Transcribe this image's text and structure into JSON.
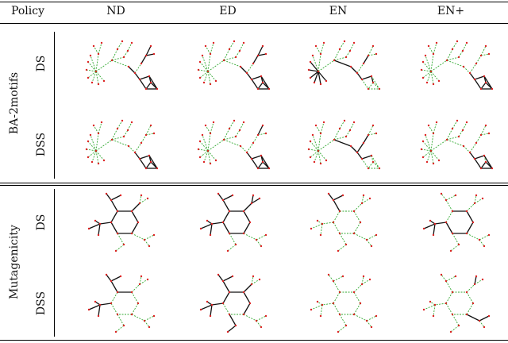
{
  "header": {
    "policy": "Policy",
    "columns": [
      "ND",
      "ED",
      "EN",
      "EN+"
    ]
  },
  "groups": [
    {
      "name": "BA-2motifs",
      "rows": [
        "DS",
        "DSS"
      ]
    },
    {
      "name": "Mutagenicity",
      "rows": [
        "DS",
        "DSS"
      ]
    }
  ],
  "colors": {
    "important_edge": "#111111",
    "unimportant_edge": "#33aa33",
    "node": "#dd2222"
  }
}
